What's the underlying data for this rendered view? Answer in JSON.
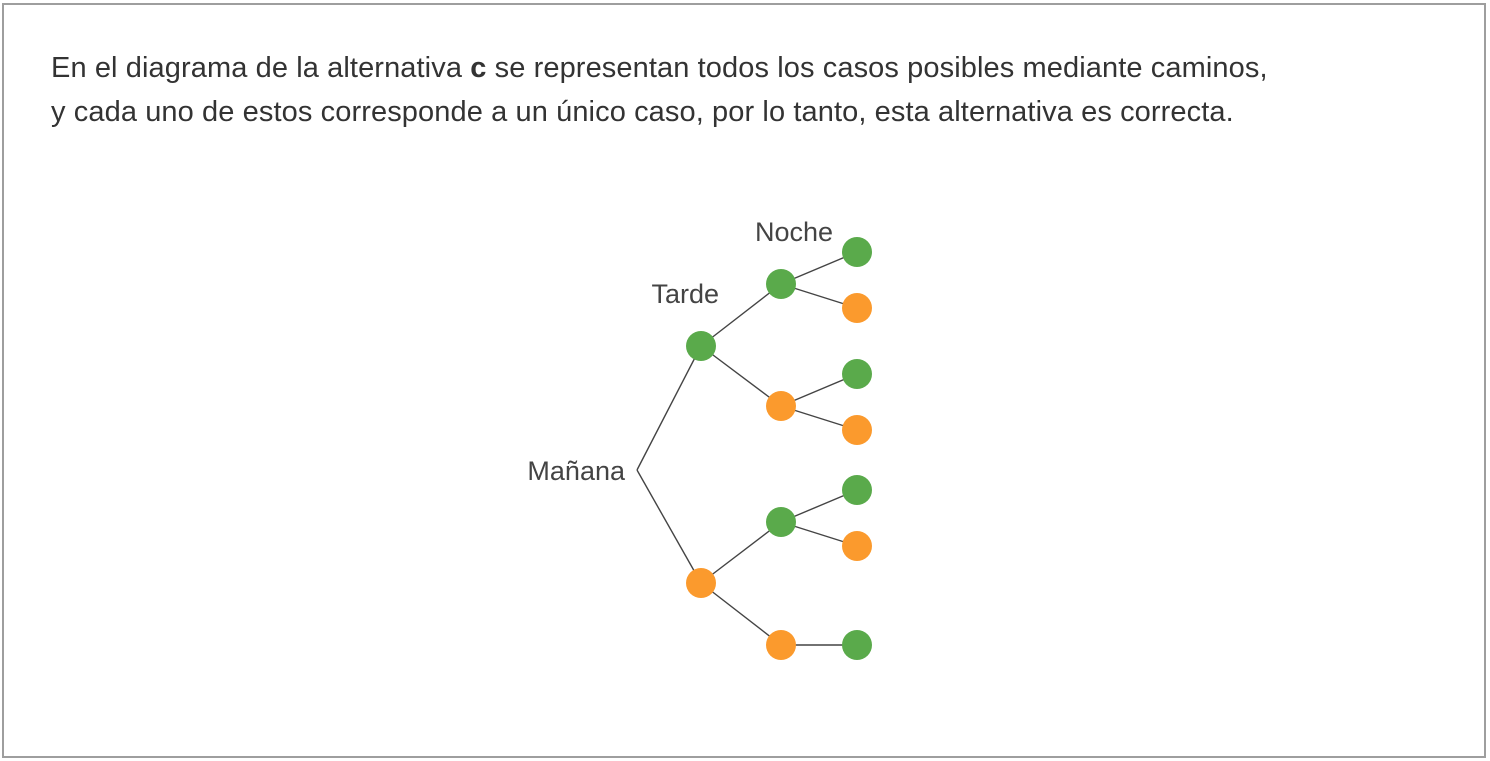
{
  "text": {
    "line1_before": "En el diagrama de la alternativa ",
    "line1_bold": "c",
    "line1_after": " se representan todos los casos posibles mediante caminos,",
    "line2": "y cada uno de estos corresponde a un único caso, por lo tanto, esta alternativa es correcta."
  },
  "diagram": {
    "labels": {
      "root": "Mañana",
      "level1": "Tarde",
      "level2": "Noche"
    },
    "colors": {
      "green": "#5aaa4b",
      "orange": "#fb9a2d",
      "edge": "#444444"
    },
    "tree": {
      "color": "root",
      "children": [
        {
          "color": "green",
          "children": [
            {
              "color": "green",
              "children": [
                {
                  "color": "green"
                },
                {
                  "color": "orange"
                }
              ]
            },
            {
              "color": "orange",
              "children": [
                {
                  "color": "green"
                },
                {
                  "color": "orange"
                }
              ]
            }
          ]
        },
        {
          "color": "orange",
          "children": [
            {
              "color": "green",
              "children": [
                {
                  "color": "green"
                },
                {
                  "color": "orange"
                }
              ]
            },
            {
              "color": "orange",
              "children": [
                {
                  "color": "green"
                }
              ]
            }
          ]
        }
      ]
    }
  }
}
